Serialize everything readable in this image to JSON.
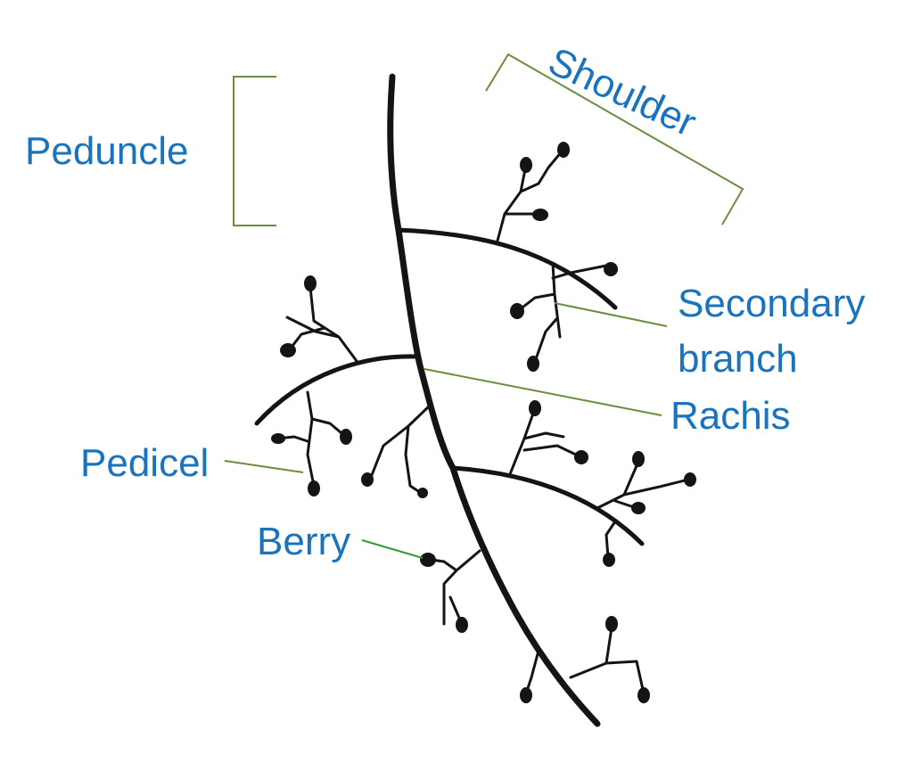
{
  "colors": {
    "label": "#1a74bd",
    "leader": "#6b8e3e",
    "berry_leader": "#2e9a3a",
    "stem": "#141414"
  },
  "labels": {
    "peduncle": "Peduncle",
    "shoulder": "Shoulder",
    "secondary_branch_line1": "Secondary",
    "secondary_branch_line2": "branch",
    "rachis": "Rachis",
    "pedicel": "Pedicel",
    "berry": "Berry"
  }
}
